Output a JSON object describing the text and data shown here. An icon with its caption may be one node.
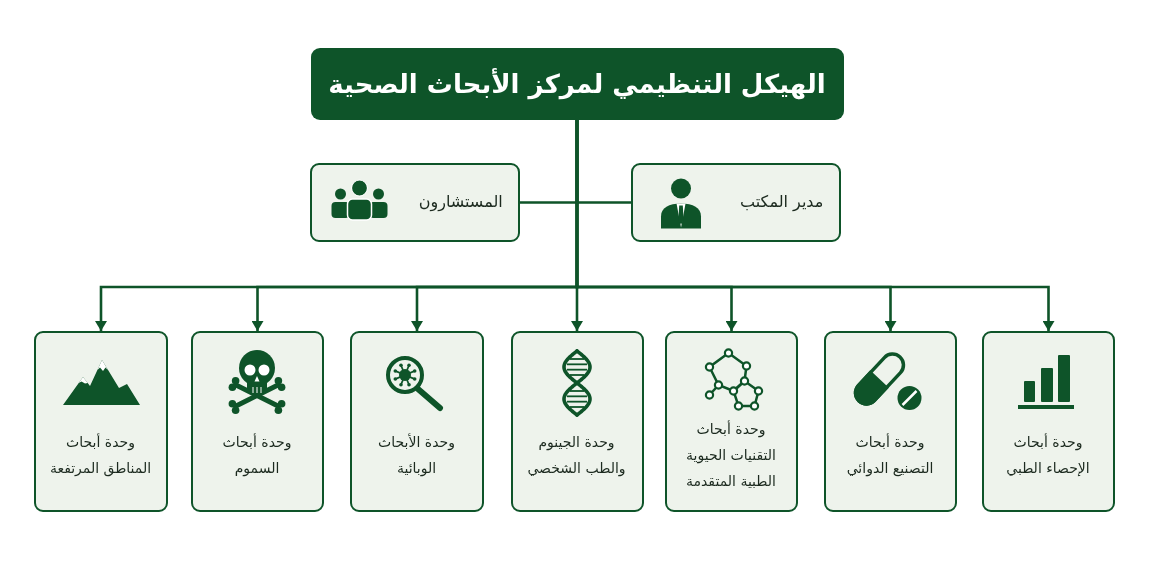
{
  "diagram": {
    "nodes": [
      {
        "text": [
          "الهيكل التنظيمي لمركز الأبحاث الصحية"
        ]
      },
      {
        "text": [
          "مدير المكتب"
        ]
      },
      {
        "text": [
          "المستشارون"
        ]
      },
      {
        "text": [
          "وحدة أبحاث الإحصاء الطبي"
        ]
      },
      {
        "text": [
          "وحدة أبحاث التصنيع الدوائي"
        ]
      },
      {
        "text": [
          "وحدة أبحاث التقنيات الحيوية الطبية المتقدمة"
        ]
      },
      {
        "text": [
          "وحدة الجينوم والطب الشخصي"
        ]
      },
      {
        "text": [
          "وحدة الأبحاث الوبائية"
        ]
      },
      {
        "text": [
          "وحدة أبحاث السموم"
        ]
      },
      {
        "text": [
          "وحدة أبحاث المناطق المرتفعة"
        ]
      }
    ],
    "edges": [
      {
        "from": 0,
        "to": 1,
        "arrow": "none"
      },
      {
        "from": 0,
        "to": 2,
        "arrow": "none"
      },
      {
        "from": 0,
        "to": 3,
        "arrow": "to"
      },
      {
        "from": 0,
        "to": 4,
        "arrow": "to"
      },
      {
        "from": 0,
        "to": 5,
        "arrow": "to"
      },
      {
        "from": 0,
        "to": 6,
        "arrow": "to"
      },
      {
        "from": 0,
        "to": 7,
        "arrow": "to"
      },
      {
        "from": 0,
        "to": 8,
        "arrow": "to"
      },
      {
        "from": 0,
        "to": 9,
        "arrow": "to"
      }
    ]
  }
}
